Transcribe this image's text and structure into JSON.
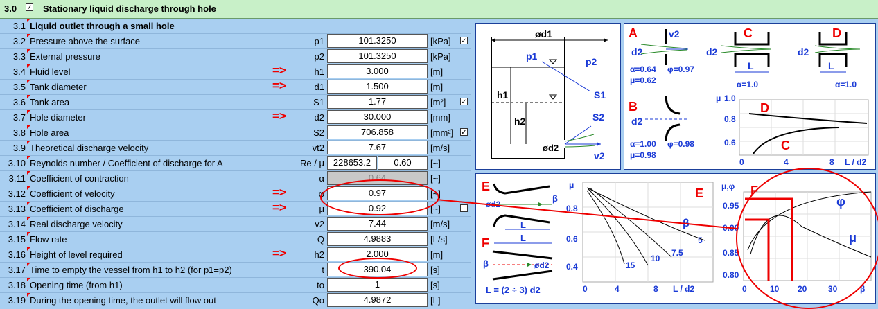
{
  "section": {
    "number": "3.0",
    "checkbox": "✓",
    "title": "Stationary liquid discharge through hole"
  },
  "rows": [
    {
      "num": "3.1",
      "label": "Liquid outlet through a small hole",
      "bold": true
    },
    {
      "num": "3.2",
      "label": "Pressure above the surface",
      "sym": "p1",
      "val": "101.3250",
      "unit": "[kPa]",
      "cb": true
    },
    {
      "num": "3.3",
      "label": "External pressure",
      "sym": "p2",
      "val": "101.3250",
      "unit": "[kPa]"
    },
    {
      "num": "3.4",
      "label": "Fluid level",
      "arrow": "=>",
      "sym": "h1",
      "val": "3.000",
      "unit": "[m]"
    },
    {
      "num": "3.5",
      "label": "Tank diameter",
      "arrow": "=>",
      "sym": "d1",
      "val": "1.500",
      "unit": "[m]"
    },
    {
      "num": "3.6",
      "label": "Tank area",
      "sym": "S1",
      "val": "1.77",
      "unit": "[m²]",
      "cb": true
    },
    {
      "num": "3.7",
      "label": "Hole diameter",
      "arrow": "=>",
      "sym": "d2",
      "val": "30.000",
      "unit": "[mm]"
    },
    {
      "num": "3.8",
      "label": "Hole area",
      "sym": "S2",
      "val": "706.858",
      "unit": "[mm²]",
      "cb": true
    },
    {
      "num": "3.9",
      "label": "Theoretical discharge velocity",
      "sym": "vt2",
      "val": "7.67",
      "unit": "[m/s]"
    },
    {
      "num": "3.10",
      "label": "Reynolds number / Coefficient of discharge for A",
      "sym": "Re / μ",
      "val1": "228653.2",
      "val2": "0.60",
      "unit": "[~]"
    },
    {
      "num": "3.11",
      "label": "Coefficient of contraction",
      "sym": "α",
      "val": "0.64",
      "unit": "[~]",
      "gray": true
    },
    {
      "num": "3.12",
      "label": "Coefficient of velocity",
      "arrow": "=>",
      "sym": "φ",
      "val": "0.97",
      "unit": "[~]"
    },
    {
      "num": "3.13",
      "label": "Coefficient of discharge",
      "arrow": "=>",
      "sym": "μ",
      "val": "0.92",
      "unit": "[~]",
      "cbEmpty": true
    },
    {
      "num": "3.14",
      "label": "Real discharge velocity",
      "sym": "v2",
      "val": "7.44",
      "unit": "[m/s]"
    },
    {
      "num": "3.15",
      "label": "Flow rate",
      "sym": "Q",
      "val": "4.9883",
      "unit": "[L/s]"
    },
    {
      "num": "3.16",
      "label": "Height of level required",
      "arrow": "=>",
      "sym": "h2",
      "val": "2.000",
      "unit": "[m]"
    },
    {
      "num": "3.17",
      "label": "Time to empty the vessel from h1 to h2 (for p1=p2)",
      "sym": "t",
      "val": "390.04",
      "unit": "[s]"
    },
    {
      "num": "3.18",
      "label": "Opening time (from h1)",
      "sym": "to",
      "val": "1",
      "unit": "[s]"
    },
    {
      "num": "3.19",
      "label": "During the opening time, the outlet will flow out",
      "sym": "Qo",
      "val": "4.9872",
      "unit": "[L]"
    }
  ],
  "tank": {
    "d1": "ød1",
    "p1": "p1",
    "p2": "p2",
    "h1": "h1",
    "h2": "h2",
    "s1": "S1",
    "s2": "S2",
    "d2": "ød2",
    "v2": "v2"
  },
  "holes": {
    "a": "A",
    "b": "B",
    "c": "C",
    "d": "D",
    "v2": "v2",
    "d2": "d2",
    "l": "L",
    "a_alpha": "α=0.64",
    "a_phi": "φ=0.97",
    "a_mu": "μ=0.62",
    "b_alpha": "α=1.00",
    "b_phi": "φ=0.98",
    "b_mu": "μ=0.98",
    "c_alpha": "α=1.0",
    "d_alpha": "α=1.0",
    "chart_mu": "μ",
    "chart_x": "L / d2",
    "ticks_y": [
      "1.0",
      "0.8",
      "0.6"
    ],
    "ticks_x": [
      "0",
      "4",
      "8"
    ]
  },
  "nozzle": {
    "e": "E",
    "f": "F",
    "beta": "β",
    "d2": "ød2",
    "l": "L",
    "formula": "L = (2 ÷ 3) d2",
    "chart_mu": "μ",
    "chart_e": "E",
    "chart_x": "L / d2",
    "ticks_y": [
      "0.8",
      "0.6",
      "0.4"
    ],
    "ticks_x": [
      "0",
      "4",
      "8"
    ],
    "curves": [
      "5",
      "7.5",
      "10",
      "15"
    ],
    "f_label": "F",
    "f_y": "μ,φ",
    "f_ticks_y": [
      "0.95",
      "0.90",
      "0.85",
      "0.80"
    ],
    "f_ticks_x": [
      "0",
      "10",
      "20",
      "30"
    ],
    "f_phi": "φ",
    "f_mu": "μ",
    "f_beta": "β"
  }
}
